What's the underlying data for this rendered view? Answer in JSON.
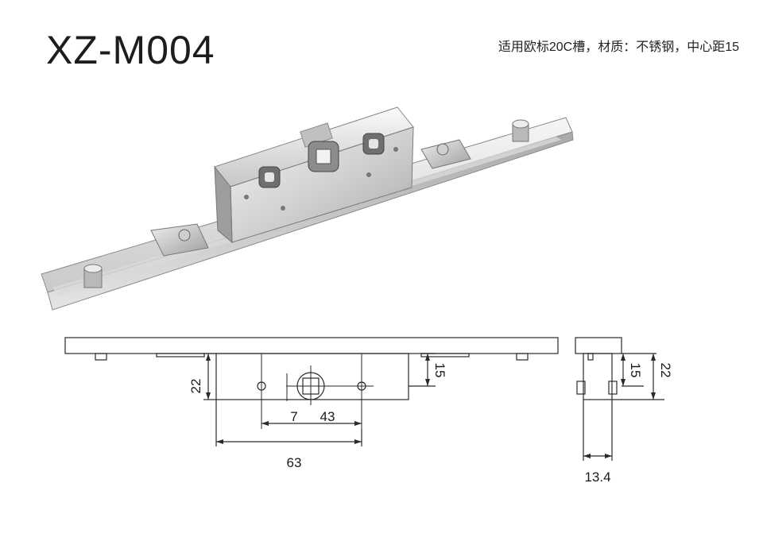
{
  "header": {
    "model": "XZ-M004",
    "spec": "适用欧标20C槽，材质：不锈钢，中心距15"
  },
  "dimensions": {
    "height_22": "22",
    "offset_7": "7",
    "center_43": "43",
    "offset_15": "15",
    "width_63": "63",
    "side_15": "15",
    "side_22": "22",
    "side_13_4": "13.4"
  },
  "colors": {
    "steel_light": "#e9e9e9",
    "steel_mid": "#bdbdbd",
    "steel_dark": "#7d7d7d",
    "line": "#2a2a2a"
  }
}
